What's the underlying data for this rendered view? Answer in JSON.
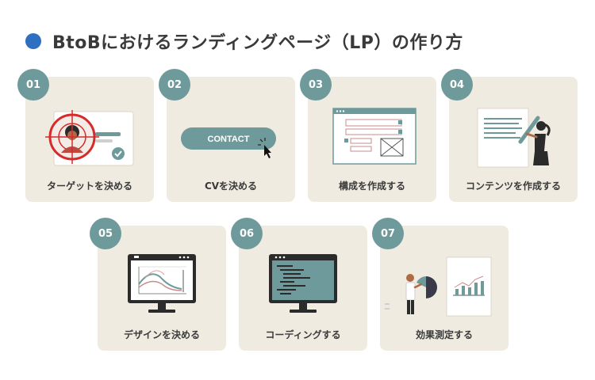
{
  "title": "BtoBにおけるランディングページ（LP）の作り方",
  "colors": {
    "accent": "#2d6fc0",
    "teal": "#6f9a9b",
    "card_bg": "#efebe1",
    "target_red": "#d62b2b"
  },
  "steps": [
    {
      "number": "01",
      "label": "ターゲットを決める",
      "icon": "target-person-icon"
    },
    {
      "number": "02",
      "label": "CVを決める",
      "icon": "contact-button-icon",
      "button_text": "CONTACT"
    },
    {
      "number": "03",
      "label": "構成を作成する",
      "icon": "wireframe-icon"
    },
    {
      "number": "04",
      "label": "コンテンツを作成する",
      "icon": "person-writing-icon"
    },
    {
      "number": "05",
      "label": "デザインを決める",
      "icon": "design-monitor-icon"
    },
    {
      "number": "06",
      "label": "コーディングする",
      "icon": "code-monitor-icon"
    },
    {
      "number": "07",
      "label": "効果測定する",
      "icon": "analytics-person-icon"
    }
  ]
}
